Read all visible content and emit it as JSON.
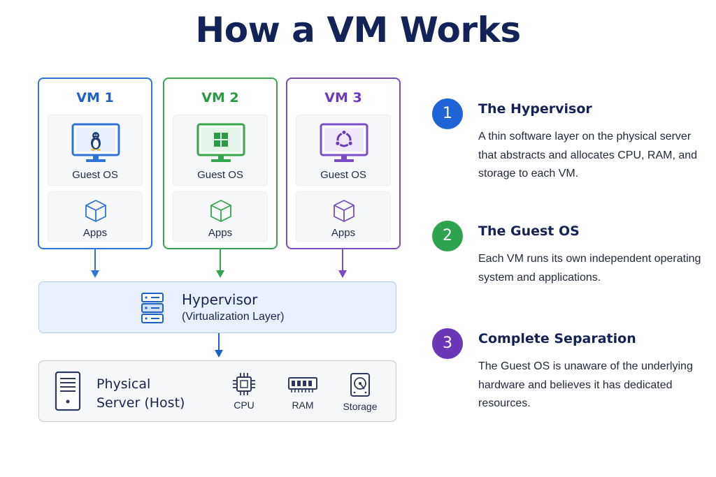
{
  "title": "How a VM Works",
  "vms": [
    {
      "name": "VM 1",
      "os_label": "Guest OS",
      "apps_label": "Apps",
      "color": "#2f73d9",
      "os_icon": "linux-penguin-icon"
    },
    {
      "name": "VM 2",
      "os_label": "Guest OS",
      "apps_label": "Apps",
      "color": "#36a54f",
      "os_icon": "windows-logo-icon"
    },
    {
      "name": "VM 3",
      "os_label": "Guest OS",
      "apps_label": "Apps",
      "color": "#7b4bc3",
      "os_icon": "ubuntu-logo-icon"
    }
  ],
  "hypervisor": {
    "name": "Hypervisor",
    "subtitle": "(Virtualization Layer)",
    "icon": "server-rack-icon"
  },
  "server": {
    "name_line1": "Physical",
    "name_line2": "Server (Host)",
    "resources": [
      {
        "label": "CPU",
        "icon": "cpu-chip-icon"
      },
      {
        "label": "RAM",
        "icon": "ram-module-icon"
      },
      {
        "label": "Storage",
        "icon": "hard-drive-icon"
      }
    ]
  },
  "steps": [
    {
      "number": "1",
      "title": "The Hypervisor",
      "description": "A thin software layer on the physical server that abstracts and allocates CPU, RAM, and storage to each VM.",
      "color": "#1f63d6"
    },
    {
      "number": "2",
      "title": "The Guest OS",
      "description": "Each VM runs its own independent operating system and applications.",
      "color": "#2fa24e"
    },
    {
      "number": "3",
      "title": "Complete Separation",
      "description": "The Guest OS is unaware of the underlying hardware and believes it has dedicated resources.",
      "color": "#6a38b6"
    }
  ]
}
